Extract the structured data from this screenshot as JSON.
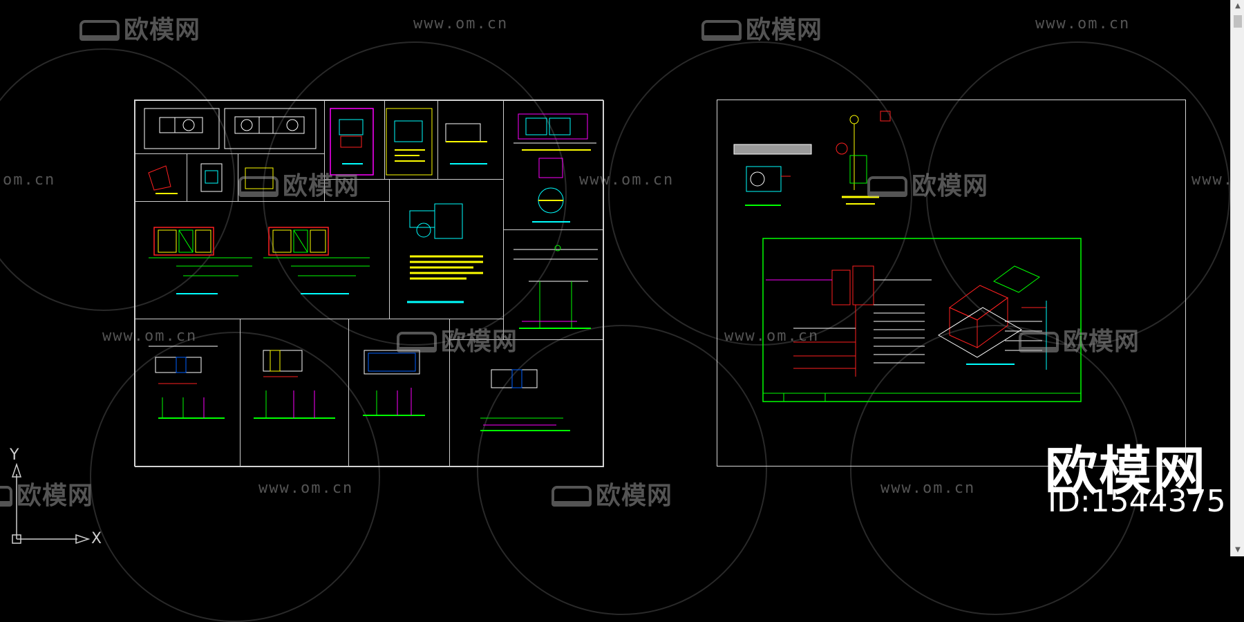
{
  "watermark": {
    "brand": "欧模网",
    "url": "www.om.cn",
    "url_partial_left": "om.cn",
    "url_partial_right": "www.o"
  },
  "badge": {
    "brand": "欧模网",
    "id": "ID:1544375"
  },
  "ucs": {
    "x_label": "X",
    "y_label": "Y"
  },
  "colors": {
    "background": "#000000",
    "frame": "#d8d8d8",
    "green": "#00ff00",
    "yellow": "#ffff00",
    "cyan": "#00ffff",
    "red": "#ff2020",
    "magenta": "#ff00ff",
    "white": "#ffffff"
  },
  "icons": {
    "scroll_up": "scroll-up-arrow-icon",
    "scroll_down": "scroll-down-arrow-icon",
    "ucs": "ucs-axis-icon",
    "logo": "sofa-logo-icon"
  }
}
